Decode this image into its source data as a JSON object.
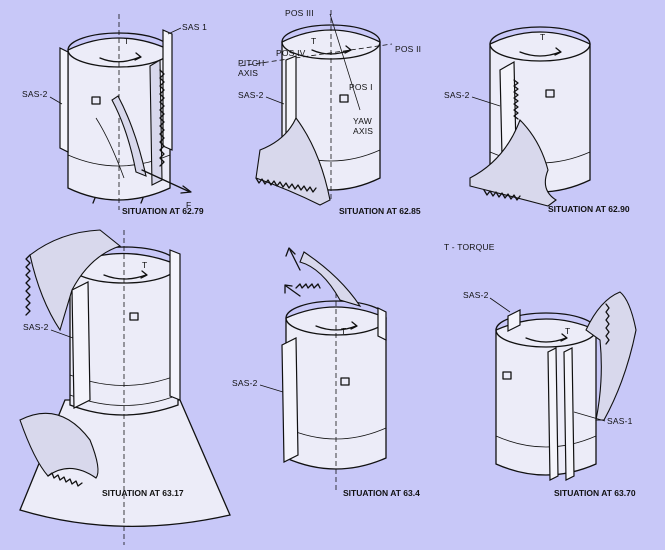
{
  "labels": {
    "sas1": "SAS 1",
    "sas1_dash": "SAS-1",
    "sas2": "SAS-2",
    "torque": "T",
    "force": "F",
    "pos1": "POS I",
    "pos2": "POS II",
    "pos3": "POS III",
    "pos4": "POS IV",
    "pitch_axis_line1": "PITCH",
    "pitch_axis_line2": "AXIS",
    "yaw_axis_line1": "YAW",
    "yaw_axis_line2": "AXIS",
    "legend_torque": "T - TORQUE"
  },
  "panels": [
    {
      "caption": "SITUATION AT 62.79"
    },
    {
      "caption": "SITUATION AT 62.85"
    },
    {
      "caption": "SITUATION AT 62.90"
    },
    {
      "caption": "SITUATION AT 63.17"
    },
    {
      "caption": "SITUATION AT 63.4"
    },
    {
      "caption": "SITUATION AT 63.70"
    }
  ]
}
